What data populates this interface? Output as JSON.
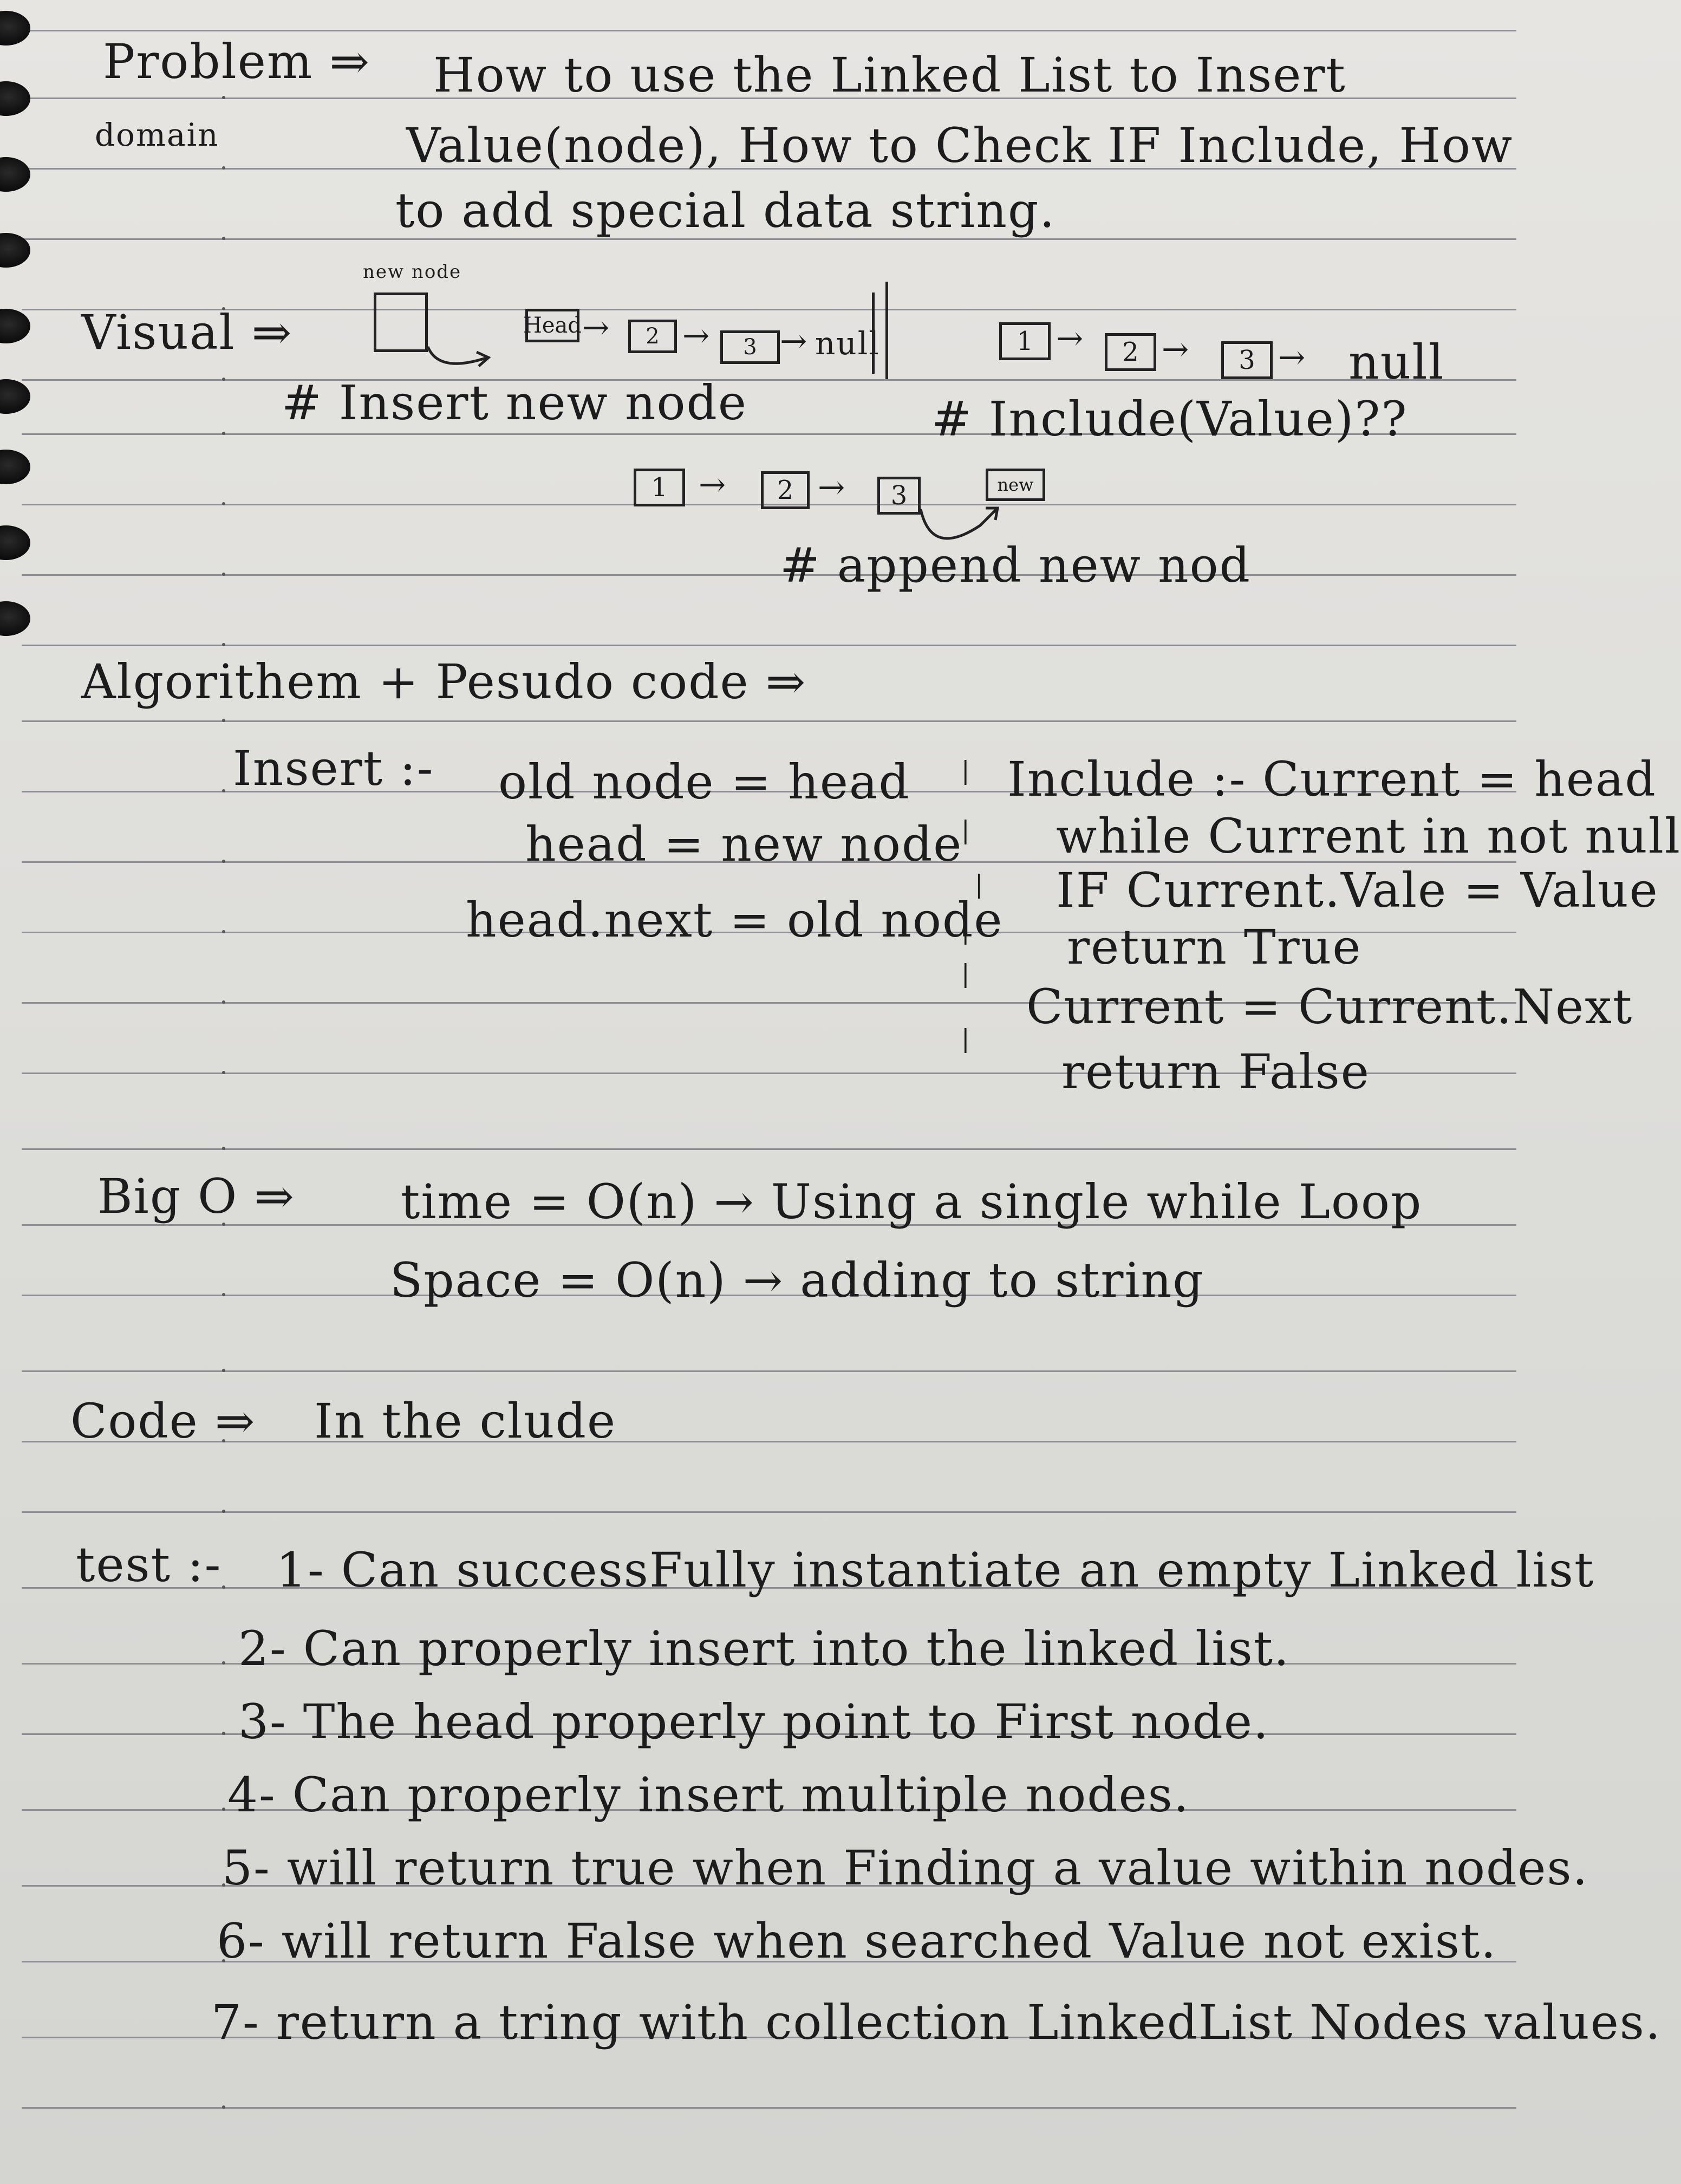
{
  "problem": {
    "label": "Problem ⇒",
    "sublabel": "domain",
    "line1": "How to use the Linked List to Insert",
    "line2": "Value(node), How to Check IF Include, How",
    "line3": "to add special data string."
  },
  "visual": {
    "label": "Visual ⇒",
    "newnode_label": "new node",
    "insert_list": [
      "Head",
      "2",
      "3"
    ],
    "insert_null": "null",
    "insert_caption": "# Insert new node",
    "include_list": [
      "1",
      "2",
      "3"
    ],
    "include_null": "null",
    "include_caption": "# Include(Value)??",
    "append_list": [
      "1",
      "2",
      "3"
    ],
    "append_new": "new",
    "append_caption": "# append new nod"
  },
  "algorithm": {
    "label": "Algorithem + Pesudo code ⇒",
    "insert_label": "Insert :-",
    "insert_lines": [
      "old node = head",
      "head = new node",
      "head.next = old node"
    ],
    "include_label": "Include :- Current = head",
    "include_lines": [
      "while Current in not null",
      "IF Current.Vale = Value",
      "return True",
      "Current = Current.Next",
      "return False"
    ]
  },
  "bigo": {
    "label": "Big O ⇒",
    "time": "time = O(n) → Using a single while Loop",
    "space": "Space = O(n) → adding to string"
  },
  "code": {
    "label": "Code ⇒",
    "text": "In the clude"
  },
  "tests": {
    "label": "test :-",
    "items": [
      "1- Can successFully instantiate an empty Linked list",
      "2- Can properly insert into the linked list.",
      "3- The head properly point to First node.",
      "4- Can properly insert multiple nodes.",
      "5- will return true when Finding a value within nodes.",
      "6- will return False when searched Value not exist.",
      "7- return a tring with collection LinkedList Nodes values."
    ]
  }
}
